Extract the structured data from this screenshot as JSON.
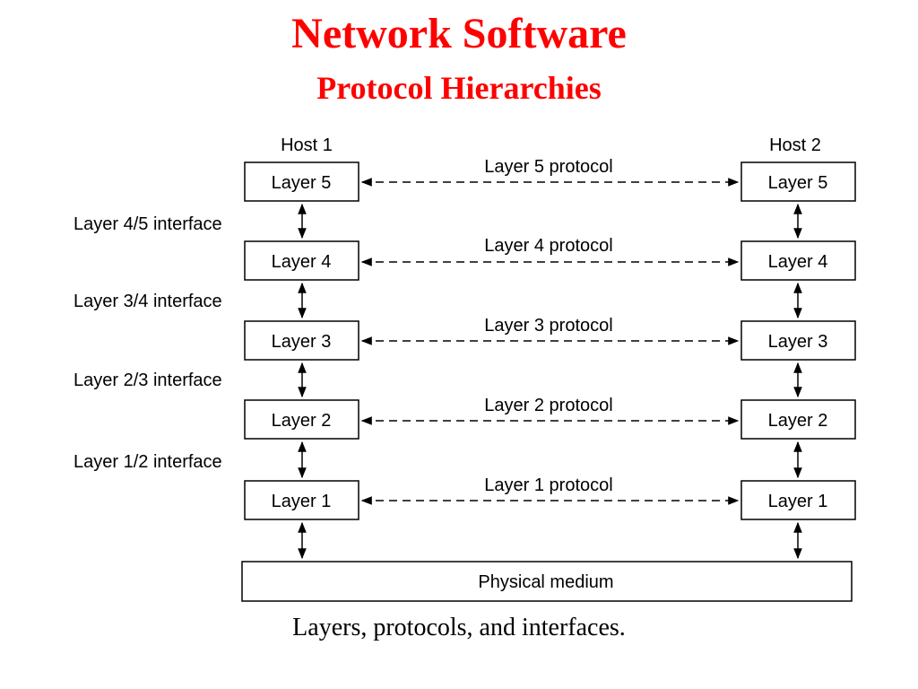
{
  "slide": {
    "title": "Network Software",
    "subtitle": "Protocol Hierarchies",
    "caption": "Layers, protocols, and interfaces."
  },
  "hosts": [
    {
      "label": "Host 1",
      "layers": [
        "Layer 5",
        "Layer 4",
        "Layer 3",
        "Layer 2",
        "Layer 1"
      ]
    },
    {
      "label": "Host 2",
      "layers": [
        "Layer 5",
        "Layer 4",
        "Layer 3",
        "Layer 2",
        "Layer 1"
      ]
    }
  ],
  "protocols": [
    "Layer 5 protocol",
    "Layer 4 protocol",
    "Layer 3 protocol",
    "Layer 2 protocol",
    "Layer 1 protocol"
  ],
  "interfaces": [
    "Layer 4/5 interface",
    "Layer 3/4 interface",
    "Layer 2/3 interface",
    "Layer 1/2 interface"
  ],
  "physical_medium": "Physical medium",
  "colors": {
    "title": "#ff0000",
    "line": "#000000"
  }
}
